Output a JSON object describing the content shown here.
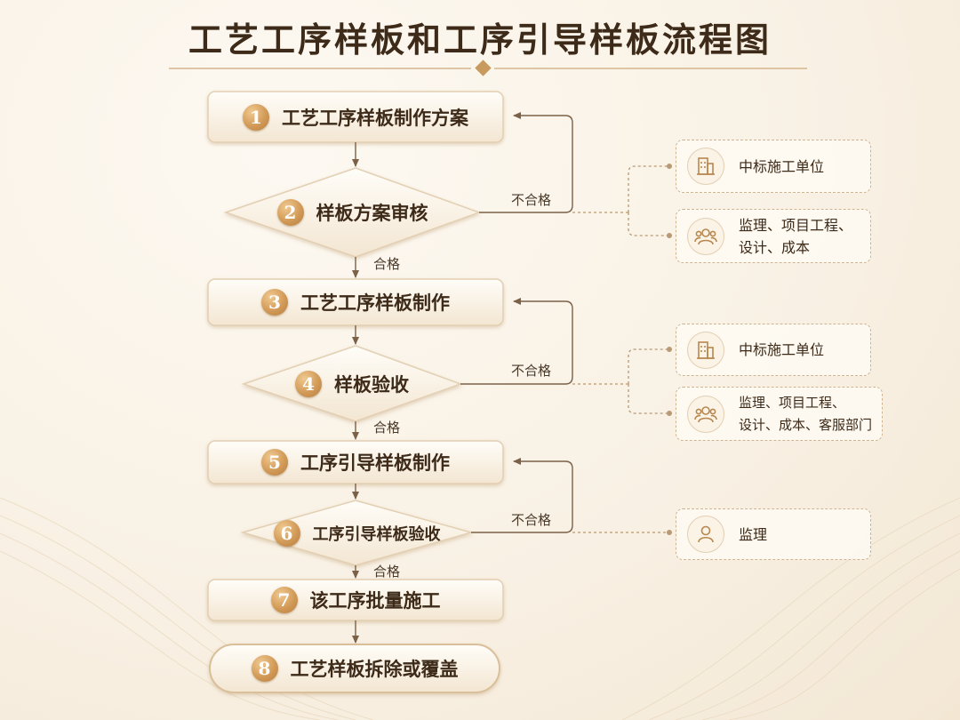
{
  "title": "工艺工序样板和工序引导样板流程图",
  "steps": [
    {
      "num": "1",
      "label": "工艺工序样板制作方案"
    },
    {
      "num": "2",
      "label": "样板方案审核"
    },
    {
      "num": "3",
      "label": "工艺工序样板制作"
    },
    {
      "num": "4",
      "label": "样板验收"
    },
    {
      "num": "5",
      "label": "工序引导样板制作"
    },
    {
      "num": "6",
      "label": "工序引导样板验收"
    },
    {
      "num": "7",
      "label": "该工序批量施工"
    },
    {
      "num": "8",
      "label": "工艺样板拆除或覆盖"
    }
  ],
  "edge_labels": {
    "pass": "合格",
    "fail": "不合格"
  },
  "participants": [
    {
      "icon": "building-icon",
      "lines": [
        "中标施工单位"
      ]
    },
    {
      "icon": "group-icon",
      "lines": [
        "监理、项目工程、",
        "设计、成本"
      ]
    },
    {
      "icon": "building-icon",
      "lines": [
        "中标施工单位"
      ]
    },
    {
      "icon": "group-icon",
      "lines": [
        "监理、项目工程、",
        "设计、成本、客服部门"
      ]
    },
    {
      "icon": "person-icon",
      "lines": [
        "监理"
      ]
    }
  ],
  "colors": {
    "accent": "#b8874f",
    "text": "#3d2a18",
    "background": "#f8f0e3"
  }
}
